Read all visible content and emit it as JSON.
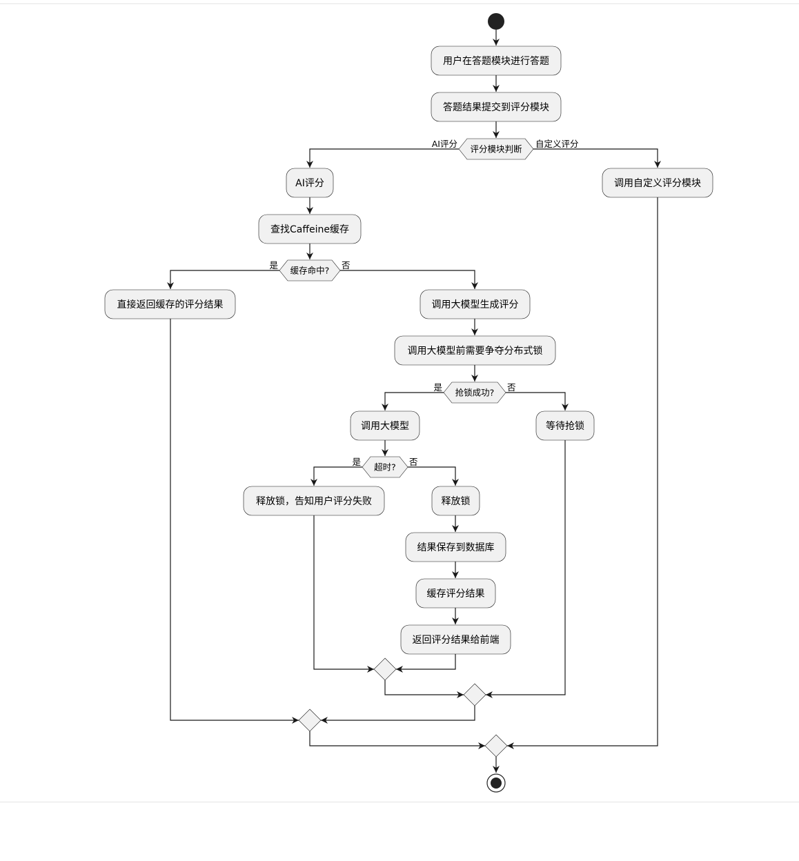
{
  "activities": {
    "answer": "用户在答题模块进行答题",
    "submit": "答题结果提交到评分模块",
    "ai_scoring": "AI评分",
    "custom_module": "调用自定义评分模块",
    "find_cache": "查找Caffeine缓存",
    "return_cached": "直接返回缓存的评分结果",
    "call_llm_generate": "调用大模型生成评分",
    "acquire_lock": "调用大模型前需要争夺分布式锁",
    "call_llm": "调用大模型",
    "wait_lock": "等待抢锁",
    "release_fail": "释放锁，告知用户评分失败",
    "release": "释放锁",
    "save_db": "结果保存到数据库",
    "cache_result": "缓存评分结果",
    "return_frontend": "返回评分结果给前端"
  },
  "decisions": {
    "module": "评分模块判断",
    "cache_hit": "缓存命中?",
    "lock_ok": "抢锁成功?",
    "timeout": "超时?"
  },
  "branch_labels": {
    "module_left": "AI评分",
    "module_right": "自定义评分",
    "cache_yes": "是",
    "cache_no": "否",
    "lock_yes": "是",
    "lock_no": "否",
    "timeout_yes": "是",
    "timeout_no": "否"
  }
}
